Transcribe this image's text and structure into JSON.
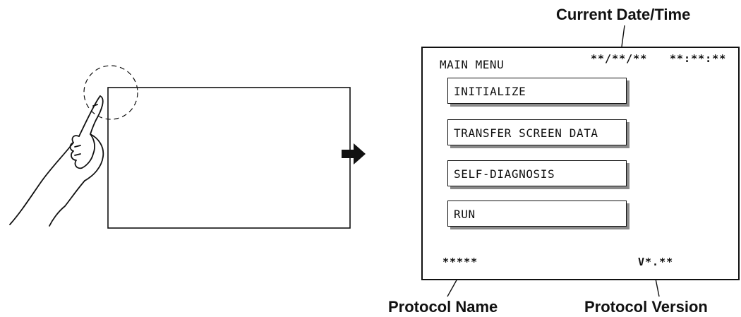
{
  "callouts": {
    "current_datetime": "Current Date/Time",
    "protocol_name": "Protocol Name",
    "protocol_version": "Protocol Version"
  },
  "screen": {
    "title": "MAIN MENU",
    "date": "**/**/**",
    "time": "**:**:**",
    "buttons": [
      "INITIALIZE",
      "TRANSFER SCREEN DATA",
      "SELF-DIAGNOSIS",
      "RUN"
    ],
    "protocol_name_value": "*****",
    "protocol_version_value": "V*.**"
  },
  "icons": {
    "hand": "hand-touch-icon",
    "arrow": "right-arrow-icon"
  }
}
